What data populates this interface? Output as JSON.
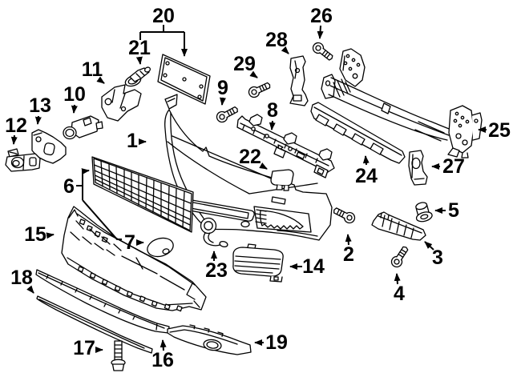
{
  "diagram": {
    "background_color": "#ffffff",
    "line_color": "#000000",
    "label_color": "#000000",
    "callout_count": 29,
    "callouts": [
      "1",
      "2",
      "3",
      "4",
      "5",
      "6",
      "7",
      "8",
      "9",
      "10",
      "11",
      "12",
      "13",
      "14",
      "15",
      "16",
      "17",
      "18",
      "19",
      "20",
      "21",
      "22",
      "23",
      "24",
      "25",
      "26",
      "27",
      "28",
      "29"
    ]
  }
}
